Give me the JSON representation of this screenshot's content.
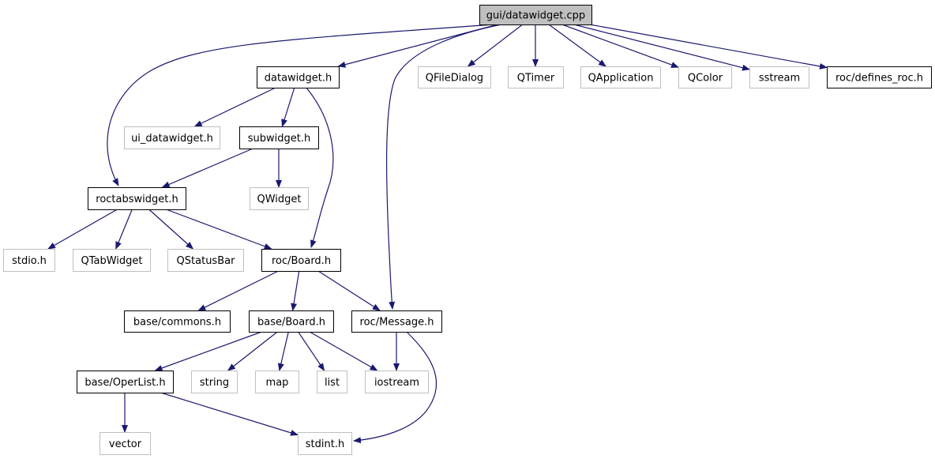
{
  "colors": {
    "edge": "#191970",
    "root_fill": "#bfbfbf",
    "documented_border": "#000000",
    "external_border": "#bfbfbf",
    "text": "#000000"
  },
  "nodes": [
    {
      "id": "root",
      "label": "gui/datawidget.cpp",
      "kind": "root"
    },
    {
      "id": "datawidget_h",
      "label": "datawidget.h",
      "kind": "documented"
    },
    {
      "id": "qfiledialog",
      "label": "QFileDialog",
      "kind": "external"
    },
    {
      "id": "qtimer",
      "label": "QTimer",
      "kind": "external"
    },
    {
      "id": "qapplication",
      "label": "QApplication",
      "kind": "external"
    },
    {
      "id": "qcolor",
      "label": "QColor",
      "kind": "external"
    },
    {
      "id": "sstream",
      "label": "sstream",
      "kind": "external"
    },
    {
      "id": "defines_roc",
      "label": "roc/defines_roc.h",
      "kind": "documented"
    },
    {
      "id": "ui_datawidget",
      "label": "ui_datawidget.h",
      "kind": "external"
    },
    {
      "id": "subwidget_h",
      "label": "subwidget.h",
      "kind": "documented"
    },
    {
      "id": "roctabswidget_h",
      "label": "roctabswidget.h",
      "kind": "documented"
    },
    {
      "id": "qwidget",
      "label": "QWidget",
      "kind": "external"
    },
    {
      "id": "stdio_h",
      "label": "stdio.h",
      "kind": "external"
    },
    {
      "id": "qtabwidget",
      "label": "QTabWidget",
      "kind": "external"
    },
    {
      "id": "qstatusbar",
      "label": "QStatusBar",
      "kind": "external"
    },
    {
      "id": "roc_board_h",
      "label": "roc/Board.h",
      "kind": "documented"
    },
    {
      "id": "base_commons_h",
      "label": "base/commons.h",
      "kind": "documented"
    },
    {
      "id": "base_board_h",
      "label": "base/Board.h",
      "kind": "documented"
    },
    {
      "id": "roc_message_h",
      "label": "roc/Message.h",
      "kind": "documented"
    },
    {
      "id": "base_operlist_h",
      "label": "base/OperList.h",
      "kind": "documented"
    },
    {
      "id": "string",
      "label": "string",
      "kind": "external"
    },
    {
      "id": "map",
      "label": "map",
      "kind": "external"
    },
    {
      "id": "list",
      "label": "list",
      "kind": "external"
    },
    {
      "id": "iostream",
      "label": "iostream",
      "kind": "external"
    },
    {
      "id": "vector",
      "label": "vector",
      "kind": "external"
    },
    {
      "id": "stdint_h",
      "label": "stdint.h",
      "kind": "external"
    }
  ],
  "edges": [
    {
      "from": "root",
      "to": "datawidget_h"
    },
    {
      "from": "root",
      "to": "roctabswidget_h"
    },
    {
      "from": "root",
      "to": "roc_message_h"
    },
    {
      "from": "root",
      "to": "qfiledialog"
    },
    {
      "from": "root",
      "to": "qtimer"
    },
    {
      "from": "root",
      "to": "qapplication"
    },
    {
      "from": "root",
      "to": "qcolor"
    },
    {
      "from": "root",
      "to": "sstream"
    },
    {
      "from": "root",
      "to": "defines_roc"
    },
    {
      "from": "datawidget_h",
      "to": "ui_datawidget"
    },
    {
      "from": "datawidget_h",
      "to": "subwidget_h"
    },
    {
      "from": "datawidget_h",
      "to": "roc_board_h"
    },
    {
      "from": "subwidget_h",
      "to": "roctabswidget_h"
    },
    {
      "from": "subwidget_h",
      "to": "qwidget"
    },
    {
      "from": "roctabswidget_h",
      "to": "stdio_h"
    },
    {
      "from": "roctabswidget_h",
      "to": "qtabwidget"
    },
    {
      "from": "roctabswidget_h",
      "to": "qstatusbar"
    },
    {
      "from": "roctabswidget_h",
      "to": "roc_board_h"
    },
    {
      "from": "roc_board_h",
      "to": "base_commons_h"
    },
    {
      "from": "roc_board_h",
      "to": "base_board_h"
    },
    {
      "from": "roc_board_h",
      "to": "roc_message_h"
    },
    {
      "from": "base_board_h",
      "to": "base_operlist_h"
    },
    {
      "from": "base_board_h",
      "to": "string"
    },
    {
      "from": "base_board_h",
      "to": "map"
    },
    {
      "from": "base_board_h",
      "to": "list"
    },
    {
      "from": "base_board_h",
      "to": "iostream"
    },
    {
      "from": "roc_message_h",
      "to": "iostream"
    },
    {
      "from": "roc_message_h",
      "to": "stdint_h"
    },
    {
      "from": "base_operlist_h",
      "to": "vector"
    },
    {
      "from": "base_operlist_h",
      "to": "stdint_h"
    }
  ]
}
